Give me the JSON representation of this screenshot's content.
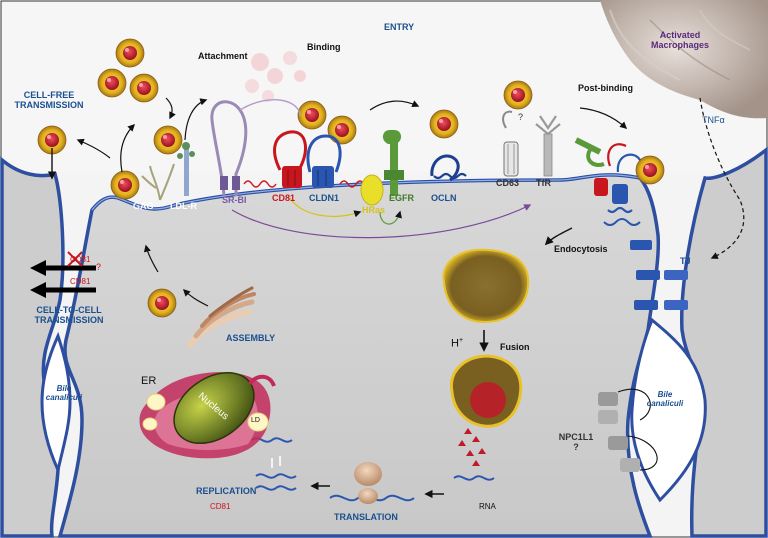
{
  "labels": {
    "entry": "ENTRY",
    "attachment": "Attachment",
    "binding": "Binding",
    "post_binding": "Post-binding",
    "activated_macrophages": "Activated\nMacrophages",
    "tnf": "TNFα",
    "cell_free": "CELL-FREE\nTRANSMISSION",
    "gag": "GAG",
    "ldlr": "LDL-R",
    "srbi": "SR-BI",
    "cd81": "CD81",
    "cldn1": "CLDN1",
    "hras": "HRas",
    "egfr": "EGFR",
    "ocln": "OCLN",
    "cd63": "CD63",
    "tfr": "TfR",
    "question": "?",
    "endocytosis": "Endocytosis",
    "tj": "TJ",
    "cd81_blocked": "CD81",
    "cd81_arrow": "CD81",
    "cell_to_cell": "CELL-TO-CELL\nTRANSMISSION",
    "assembly": "ASSEMBLY",
    "h_plus": "H",
    "h_sup": "+",
    "fusion": "Fusion",
    "bile_left": "Bile\ncanaliculi",
    "bile_right": "Bile\ncanaliculi",
    "er": "ER",
    "nucleus": "Nucleus",
    "ld": "LD",
    "npc1l1": "NPC1L1\n?",
    "replication": "REPLICATION",
    "replication_cd81": "CD81",
    "translation": "TRANSLATION",
    "rna": "RNA"
  },
  "colors": {
    "cell_fill": "#cfcfcf",
    "membrane": "#2e4fa0",
    "virus_core": "#c0192a",
    "virus_shell": "#e3b21c",
    "macrophage": "#b8a9a0",
    "cd81": "#c8161e",
    "cldn1": "#2a56b0",
    "egfr": "#5a9a3a",
    "hras": "#e9de2a"
  }
}
